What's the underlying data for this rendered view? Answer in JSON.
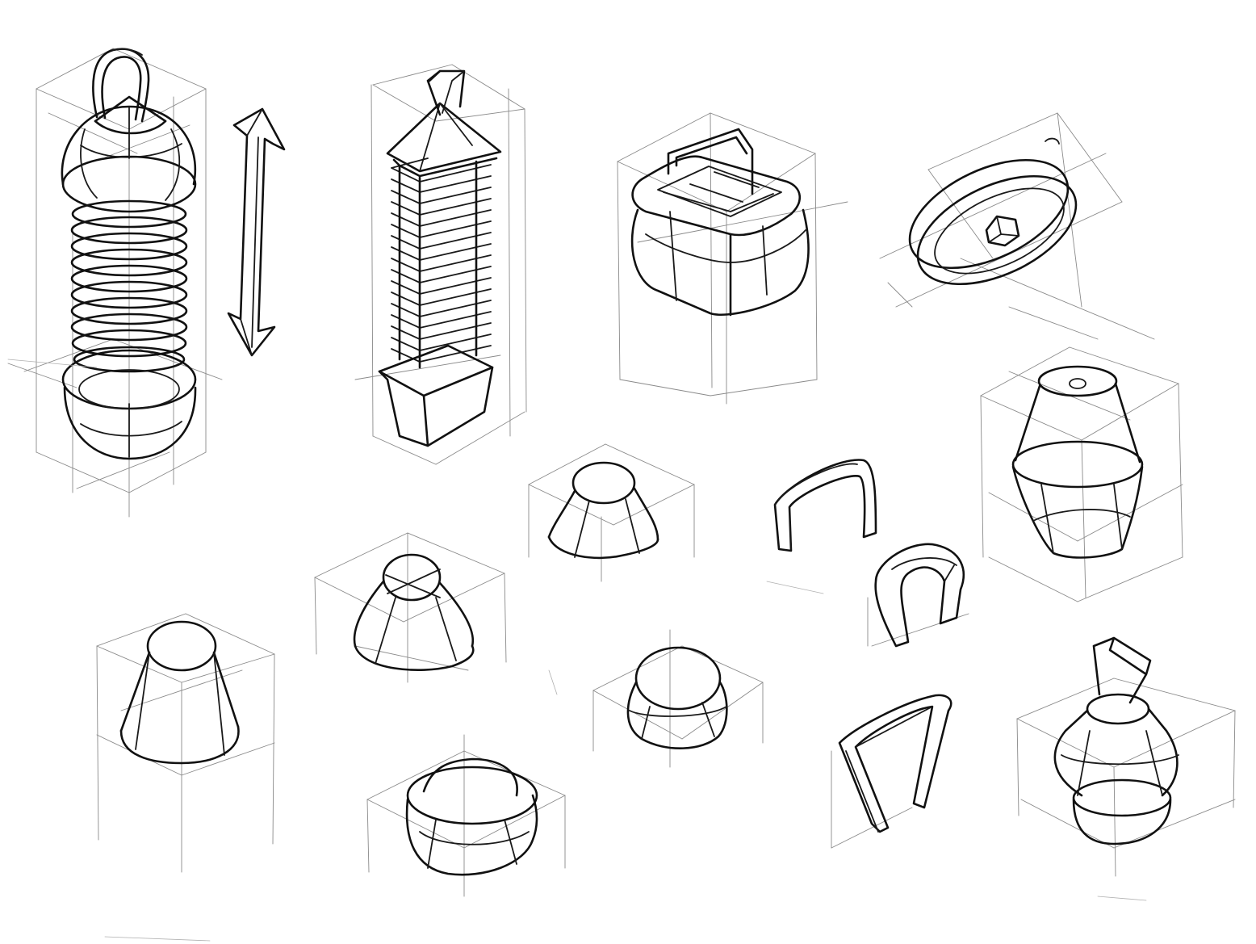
{
  "sheet": {
    "background": "#ffffff",
    "ink_color": "#111111",
    "guide_color": "#8a8a8a"
  },
  "sketches": [
    {
      "name": "ribbed-dome-lantern-with-ring-handle"
    },
    {
      "name": "double-arrow-indicator"
    },
    {
      "name": "stacked-pagoda-lantern"
    },
    {
      "name": "rounded-box-with-wire-handle"
    },
    {
      "name": "flat-oval-disc-with-hole"
    },
    {
      "name": "truncated-cone-lamp"
    },
    {
      "name": "low-cone-base"
    },
    {
      "name": "flanged-dome-cap"
    },
    {
      "name": "square-arch-handle"
    },
    {
      "name": "u-shaped-handle"
    },
    {
      "name": "bowl-dome"
    },
    {
      "name": "rounded-cushion-dome"
    },
    {
      "name": "tall-rectangular-handle"
    },
    {
      "name": "tapered-lantern-with-top-hole"
    },
    {
      "name": "bulbous-lantern-with-tab-handle"
    }
  ]
}
